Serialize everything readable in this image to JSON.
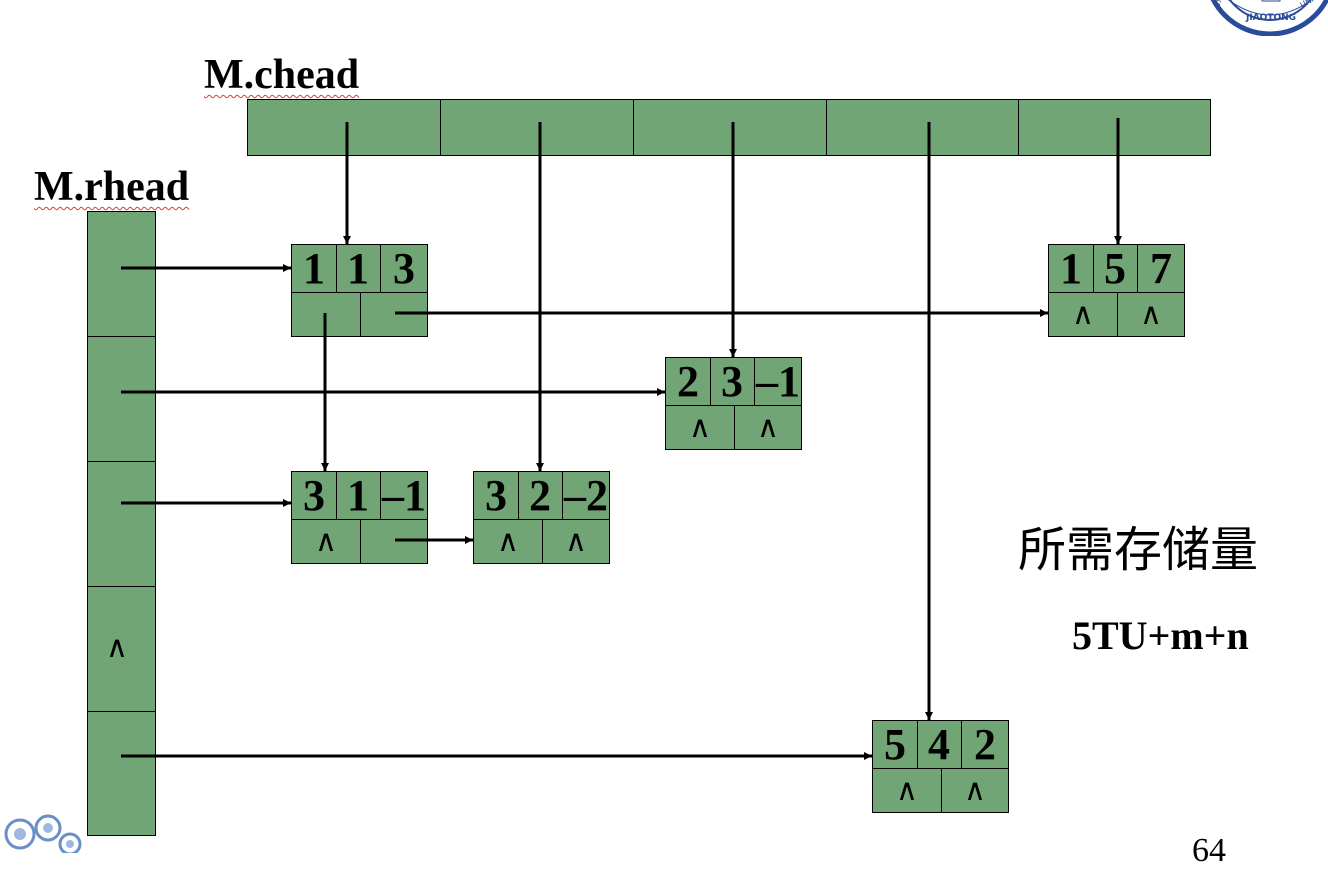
{
  "labels": {
    "chead": "M.chead",
    "rhead": "M.rhead"
  },
  "nodes": [
    {
      "id": "n113",
      "i": "1",
      "j": "1",
      "e": "3",
      "down": "",
      "right": ""
    },
    {
      "id": "n157",
      "i": "1",
      "j": "5",
      "e": "7",
      "down": "∧",
      "right": "∧"
    },
    {
      "id": "n231",
      "i": "2",
      "j": "3",
      "e": "–1",
      "down": "∧",
      "right": "∧"
    },
    {
      "id": "n311",
      "i": "3",
      "j": "1",
      "e": "–1",
      "down": "∧",
      "right": ""
    },
    {
      "id": "n322",
      "i": "3",
      "j": "2",
      "e": "–2",
      "down": "∧",
      "right": "∧"
    },
    {
      "id": "n542",
      "i": "5",
      "j": "4",
      "e": "2",
      "down": "∧",
      "right": "∧"
    }
  ],
  "rhead_null": "∧",
  "storage": {
    "title": "所需存储量",
    "formula": "5TU+m+n"
  },
  "page_number": "64",
  "colors": {
    "node_fill": "#72a575",
    "arrow": "#000000"
  },
  "icons": [
    "university-seal-logo",
    "gear-cluster-logo"
  ]
}
